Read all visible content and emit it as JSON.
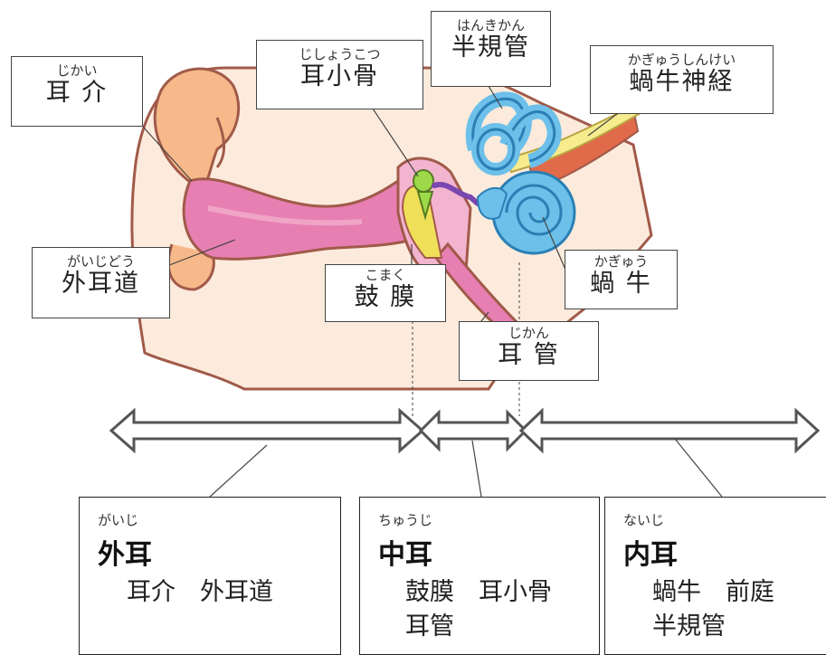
{
  "labels": {
    "jikai": {
      "ruby": "じかい",
      "text": "耳 介"
    },
    "jishoukotsu": {
      "ruby": "じしょうこつ",
      "text": "耳小骨"
    },
    "hankikan": {
      "ruby": "はんきかん",
      "text": "半規管"
    },
    "kagyuushinkei": {
      "ruby": "かぎゅうしんけい",
      "text": "蝸牛神経"
    },
    "gaijidou": {
      "ruby": "がいじどう",
      "text": "外耳道"
    },
    "komaku": {
      "ruby": "こまく",
      "text": "鼓 膜"
    },
    "kagyuu": {
      "ruby": "かぎゅう",
      "text": "蝸 牛"
    },
    "jikan": {
      "ruby": "じかん",
      "text": "耳 管"
    }
  },
  "sections": {
    "outer": {
      "ruby": "がいじ",
      "title": "外耳",
      "parts": "耳介　外耳道"
    },
    "middle": {
      "ruby": "ちゅうじ",
      "title": "中耳",
      "parts": "鼓膜　耳小骨\n耳管"
    },
    "inner": {
      "ruby": "ないじ",
      "title": "内耳",
      "parts": "蝸牛　前庭\n半規管"
    }
  },
  "colors": {
    "skin": "#fcebdc",
    "skin_outline": "#a15a4a",
    "canal": "#e77fb3",
    "canal_light": "#f3b4cf",
    "cochlea": "#6cc0ea",
    "cochlea_dark": "#2a7fb5",
    "nerve_yellow": "#f6ec8e",
    "nerve_red": "#e06a4a",
    "ossicle_green": "#9ed94a",
    "ossicle_purple": "#7a46b0",
    "eardrum_yellow": "#f0df59",
    "pinna_orange": "#f7b98a"
  }
}
